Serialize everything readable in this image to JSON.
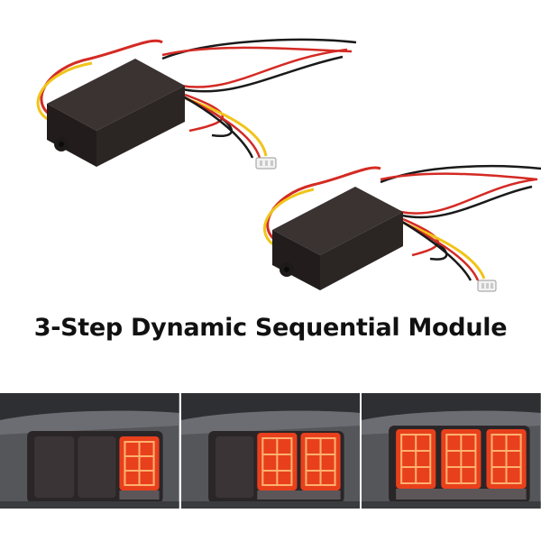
{
  "headline": "3-Step Dynamic Sequential Module",
  "colors": {
    "module_body": "#2b2524",
    "wire_red": "#d42a24",
    "wire_black": "#1a1a1a",
    "wire_yellow": "#f0c419",
    "lamp_lit": "#e8401c",
    "lamp_dark": "#3a3436",
    "car_body": "#4a4a4e"
  },
  "steps": [
    {
      "lit_segments": 1
    },
    {
      "lit_segments": 2
    },
    {
      "lit_segments": 3
    }
  ]
}
